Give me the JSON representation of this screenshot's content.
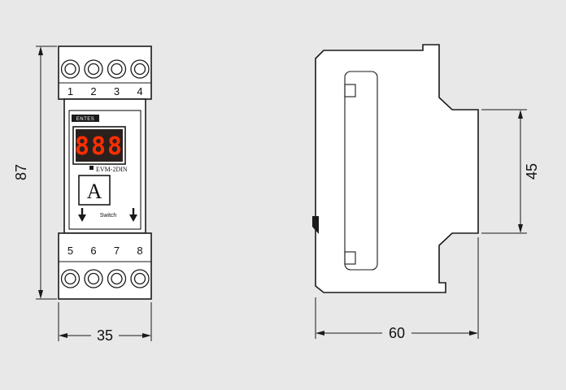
{
  "front": {
    "brand": "ENTES",
    "model": "EVM-2DIN",
    "display": "888",
    "mode": "A",
    "switch": "Switch",
    "top_terminals": [
      "1",
      "2",
      "3",
      "4"
    ],
    "bottom_terminals": [
      "5",
      "6",
      "7",
      "8"
    ]
  },
  "dimensions": {
    "overall_height_mm": "87",
    "overall_width_mm": "35",
    "overall_depth_mm": "60",
    "front_section_height_mm": "45"
  },
  "colors": {
    "background": "#e8e8e8",
    "outline": "#1a1a1a",
    "display_background": "#2a211e",
    "display_digits": "#ff2e00"
  }
}
